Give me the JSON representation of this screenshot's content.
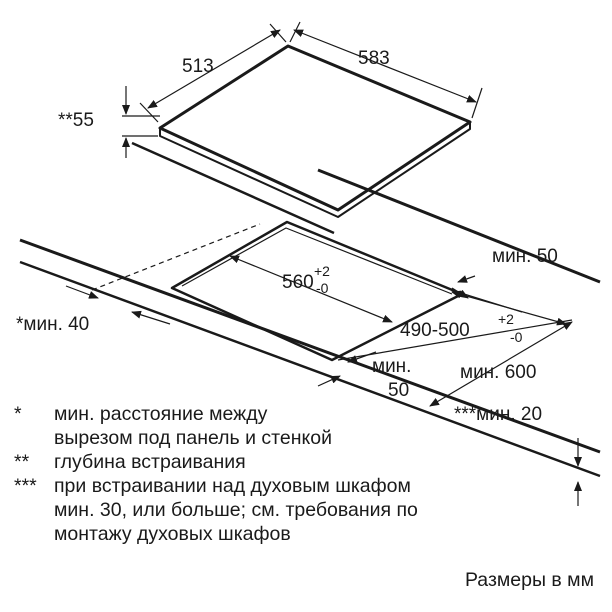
{
  "dimensions": {
    "hob_depth": "513",
    "hob_width": "583",
    "hob_thickness": "**55",
    "cutout_width_base": "560",
    "cutout_width_sup": "+2",
    "cutout_width_sub": "-0",
    "cutout_depth_base": "490-500",
    "cutout_depth_sup": "+2",
    "cutout_depth_sub": "-0",
    "rear_clearance": "мин. 50",
    "side_clearance": "*мин. 40",
    "front_clearance_line1": "мин.",
    "front_clearance_line2": "50",
    "worktop_depth": "мин. 600",
    "worktop_thickness": "***мин. 20"
  },
  "notes": [
    {
      "mark": "*",
      "text": "мин. расстояние между\nвырезом под панель и стенкой"
    },
    {
      "mark": "**",
      "text": "глубина встраивания"
    },
    {
      "mark": "***",
      "text": "при встраивании над духовым шкафом\nмин. 30, или больше; см. требования по\nмонтажу духовых шкафов"
    }
  ],
  "units_label": "Размеры в мм",
  "colors": {
    "line": "#1a1a1a",
    "background": "#ffffff"
  }
}
